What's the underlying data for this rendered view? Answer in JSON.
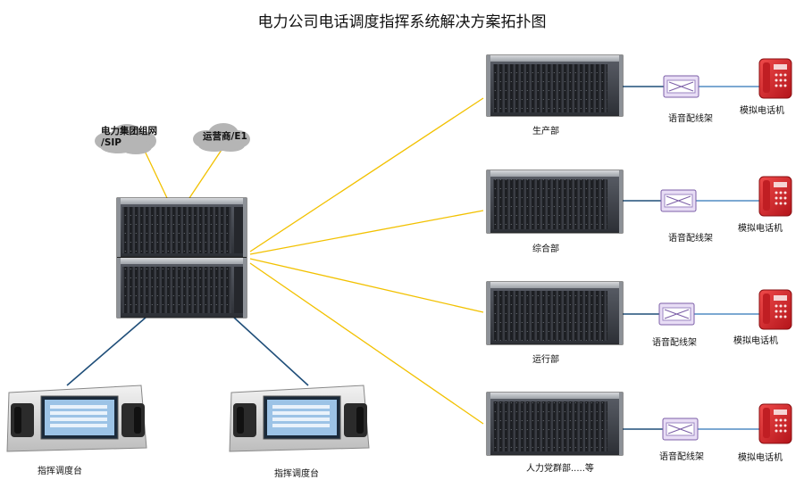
{
  "title": "电力公司电话调度指挥系统解决方案拓扑图",
  "clouds": {
    "power_group": {
      "line1": "电力集团组网",
      "line2": "/SIP"
    },
    "carrier": {
      "label": "运营商/E1"
    }
  },
  "consoles": [
    {
      "label": "指挥调度台"
    },
    {
      "label": "指挥调度台"
    }
  ],
  "departments": [
    {
      "name": "生产部",
      "frame_label": "语音配线架",
      "phone_label": "模拟电话机"
    },
    {
      "name": "综合部",
      "frame_label": "语音配线架",
      "phone_label": "模拟电话机"
    },
    {
      "name": "运行部",
      "frame_label": "语音配线架",
      "phone_label": "模拟电话机"
    },
    {
      "name": "人力党群部.....等",
      "frame_label": "语音配线架",
      "phone_label": "模拟电话机"
    }
  ],
  "colors": {
    "trunk_link": "#f2c100",
    "blue_link": "#1f4e79",
    "server_body": "#3a3d44",
    "phone_red": "#d8262b",
    "cloud": "#b5b5b5"
  }
}
